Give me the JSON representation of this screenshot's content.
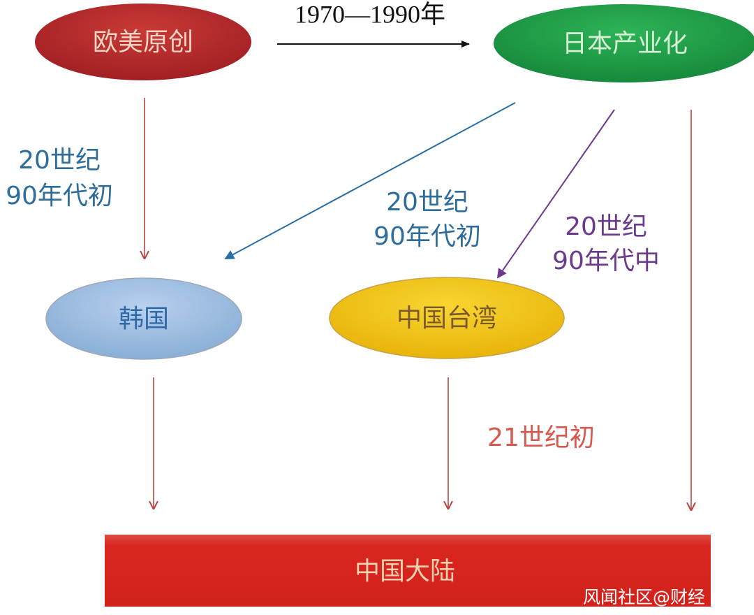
{
  "title_arrow_label": "1970—1990年",
  "nodes": {
    "origin": "欧美原创",
    "japan": "日本产业化",
    "korea": "韩国",
    "taiwan": "中国台湾",
    "mainland": "中国大陆"
  },
  "labels": {
    "korea_from_origin": [
      "20世纪",
      "90年代初"
    ],
    "korea_from_japan": [
      "20世纪",
      "90年代初"
    ],
    "taiwan_from_japan": [
      "20世纪",
      "90年代中"
    ],
    "to_mainland": "21世纪初"
  },
  "watermark": "风闻社区@财经",
  "colors": {
    "origin": "#b5252a",
    "japan": "#21a04a",
    "korea": "#9dbde0",
    "taiwan": "#f2c20f",
    "mainland": "#d9261f",
    "blue_text": "#2d6d9c",
    "purple_text": "#6b3a8c",
    "red_text": "#d9574c"
  }
}
